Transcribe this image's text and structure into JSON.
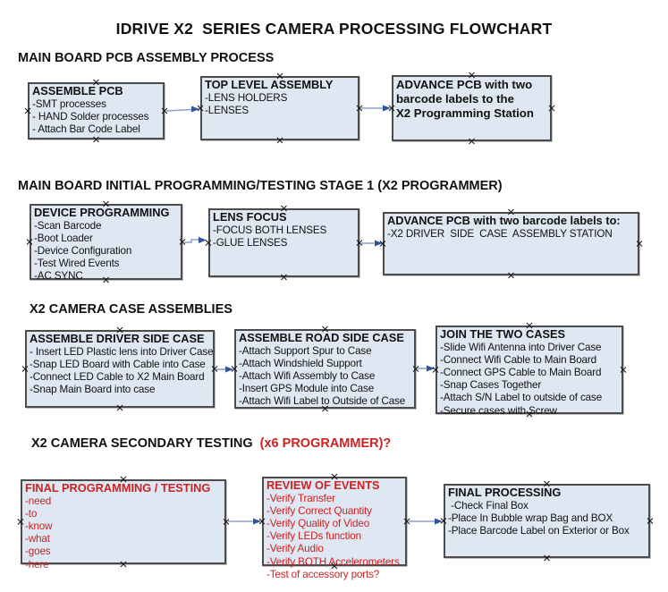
{
  "title": "IDRIVE X2  SERIES CAMERA PROCESSING FLOWCHART",
  "colors": {
    "box_fill": "#dfe7f2",
    "box_border": "#4c4c4c",
    "red_text": "#cc2222",
    "arrow_line": "#8ea4c8",
    "arrow_head": "#31549b",
    "handle": "#1a1a1a"
  },
  "sections": [
    {
      "heading": "MAIN BOARD PCB ASSEMBLY PROCESS",
      "boxes": [
        {
          "title": "ASSEMBLE PCB",
          "items": [
            "-SMT processes",
            "- HAND Solder processes",
            "- Attach Bar Code Label"
          ]
        },
        {
          "title": "TOP LEVEL ASSEMBLY",
          "items": [
            "-LENS HOLDERS",
            "-LENSES"
          ]
        },
        {
          "title": "ADVANCE PCB with two\nbarcode labels to the\n X2 Programming Station",
          "items": []
        }
      ]
    },
    {
      "heading": "MAIN BOARD INITIAL PROGRAMMING/TESTING STAGE 1 (X2 PROGRAMMER)",
      "boxes": [
        {
          "title": "DEVICE PROGRAMMING",
          "items": [
            "-Scan Barcode",
            "-Boot Loader",
            "-Device Configuration",
            "-Test Wired Events",
            "-AC SYNC"
          ]
        },
        {
          "title": "LENS FOCUS",
          "items": [
            "-FOCUS BOTH LENSES",
            "-GLUE LENSES"
          ]
        },
        {
          "title": "ADVANCE PCB with two barcode labels to:",
          "items": [
            "-X2 DRIVER  SIDE  CASE  ASSEMBLY STATION"
          ]
        }
      ]
    },
    {
      "heading": "X2 CAMERA CASE ASSEMBLIES",
      "boxes": [
        {
          "title": "ASSEMBLE DRIVER SIDE CASE",
          "items": [
            "- Insert LED Plastic lens into Driver Case",
            "-Snap LED Board with Cable into Case",
            "-Connect LED Cable to X2 Main Board",
            "-Snap Main Board into case"
          ]
        },
        {
          "title": "ASSEMBLE ROAD SIDE CASE",
          "items": [
            "-Attach Support Spur to Case",
            "-Attach Windshield Support",
            "-Attach Wifi Assembly to Case",
            "-Insert GPS Module into Case",
            "-Attach Wifi Label to Outside of Case"
          ]
        },
        {
          "title": "JOIN THE TWO CASES",
          "items": [
            "-Slide Wifi Antenna into Driver Case",
            "-Connect Wifi Cable to Main Board",
            "-Connect GPS Cable to Main Board",
            "-Snap Cases Together",
            "-Attach S/N Label to outside of case",
            "-Secure cases with Screw"
          ]
        }
      ]
    },
    {
      "heading": "X2 CAMERA SECONDARY TESTING ",
      "heading_suffix": " (x6 PROGRAMMER)?",
      "boxes": [
        {
          "title": "FINAL PROGRAMMING / TESTING",
          "color": "red",
          "items": [
            "-need",
            "-to",
            "-know",
            "-what",
            "-goes",
            "-here"
          ]
        },
        {
          "title": "REVIEW OF EVENTS",
          "color": "red",
          "items": [
            "-Verify Transfer",
            "-Verify Correct Quantity",
            "-Verify Quality of Video",
            "-Verify LEDs function",
            "-Verify Audio",
            "-Verify BOTH Accelerometers",
            "-Test of accessory ports?"
          ]
        },
        {
          "title": "FINAL PROCESSING",
          "items": [
            " -Check Final Box",
            "-Place In Bubble wrap Bag and BOX",
            "-Place Barcode Label on Exterior or Box"
          ]
        }
      ]
    }
  ]
}
